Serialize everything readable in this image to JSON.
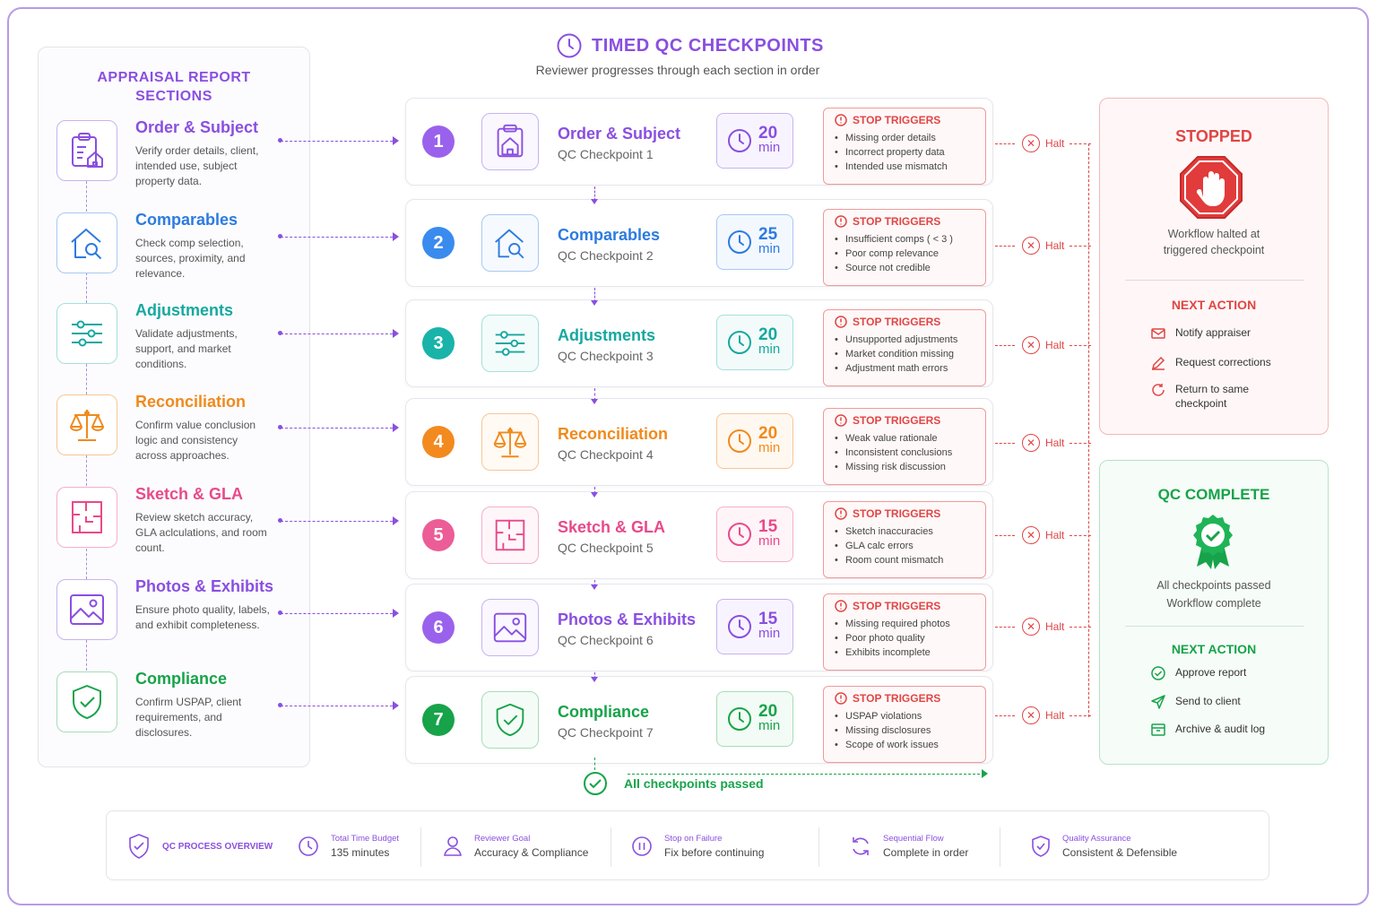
{
  "header": {
    "title": "TIMED QC CHECKPOINTS",
    "subtitle": "Reviewer progresses through each section in order"
  },
  "left": {
    "title_line1": "APPRAISAL REPORT",
    "title_line2": "SECTIONS",
    "sections": [
      {
        "title": "Order & Subject",
        "desc": "Verify order details, client, intended use, subject property data.",
        "color": "#8a4fe0",
        "icon": "clipboard-house-icon"
      },
      {
        "title": "Comparables",
        "desc": "Check comp selection, sources, proximity, and relevance.",
        "color": "#2d7be0",
        "icon": "house-search-icon"
      },
      {
        "title": "Adjustments",
        "desc": "Validate adjustments, support, and market conditions.",
        "color": "#16a8a0",
        "icon": "sliders-icon"
      },
      {
        "title": "Reconciliation",
        "desc": "Confirm value conclusion logic and consistency across approaches.",
        "color": "#f08a1c",
        "icon": "scale-icon"
      },
      {
        "title": "Sketch & GLA",
        "desc": "Review sketch accuracy, GLA aclculations, and room count.",
        "color": "#e84a8a",
        "icon": "floorplan-icon"
      },
      {
        "title": "Photos & Exhibits",
        "desc": "Ensure photo quality, labels, and exhibit completeness.",
        "color": "#8a4fe0",
        "icon": "image-icon"
      },
      {
        "title": "Compliance",
        "desc": "Confirm USPAP, client requirements, and disclosures.",
        "color": "#17a349",
        "icon": "shield-check-icon"
      }
    ]
  },
  "checkpoints": [
    {
      "num": "1",
      "title": "Order & Subject",
      "sub": "QC Checkpoint 1",
      "minutes": "20",
      "unit": "min",
      "color": "#8a4fe0",
      "trigger_title": "STOP TRIGGERS",
      "triggers": [
        "Missing order details",
        "Incorrect property data",
        "Intended use mismatch"
      ],
      "halt": "Halt"
    },
    {
      "num": "2",
      "title": "Comparables",
      "sub": "QC Checkpoint 2",
      "minutes": "25",
      "unit": "min",
      "color": "#2d7be0",
      "trigger_title": "STOP TRIGGERS",
      "triggers": [
        "Insufficient comps ( < 3 )",
        "Poor comp relevance",
        "Source not credible"
      ],
      "halt": "Halt"
    },
    {
      "num": "3",
      "title": "Adjustments",
      "sub": "QC Checkpoint 3",
      "minutes": "20",
      "unit": "min",
      "color": "#16a8a0",
      "trigger_title": "STOP TRIGGERS",
      "triggers": [
        "Unsupported adjustments",
        "Market condition missing",
        "Adjustment math errors"
      ],
      "halt": "Halt"
    },
    {
      "num": "4",
      "title": "Reconciliation",
      "sub": "QC Checkpoint 4",
      "minutes": "20",
      "unit": "min",
      "color": "#f08a1c",
      "trigger_title": "STOP TRIGGERS",
      "triggers": [
        "Weak value rationale",
        "Inconsistent conclusions",
        "Missing risk discussion"
      ],
      "halt": "Halt"
    },
    {
      "num": "5",
      "title": "Sketch & GLA",
      "sub": "QC Checkpoint 5",
      "minutes": "15",
      "unit": "min",
      "color": "#e84a8a",
      "trigger_title": "STOP TRIGGERS",
      "triggers": [
        "Sketch inaccuracies",
        "GLA calc errors",
        "Room count mismatch"
      ],
      "halt": "Halt"
    },
    {
      "num": "6",
      "title": "Photos & Exhibits",
      "sub": "QC Checkpoint 6",
      "minutes": "15",
      "unit": "min",
      "color": "#8a4fe0",
      "trigger_title": "STOP TRIGGERS",
      "triggers": [
        "Missing required photos",
        "Poor photo quality",
        "Exhibits incomplete"
      ],
      "halt": "Halt"
    },
    {
      "num": "7",
      "title": "Compliance",
      "sub": "QC Checkpoint 7",
      "minutes": "20",
      "unit": "min",
      "color": "#17a349",
      "trigger_title": "STOP TRIGGERS",
      "triggers": [
        "USPAP violations",
        "Missing disclosures",
        "Scope of work issues"
      ],
      "halt": "Halt"
    }
  ],
  "passed": {
    "label": "All checkpoints passed"
  },
  "stopped": {
    "title": "STOPPED",
    "text_line1": "Workflow halted at",
    "text_line2": "triggered checkpoint",
    "next_title": "NEXT ACTION",
    "actions": [
      {
        "icon": "mail-icon",
        "label": "Notify appraiser"
      },
      {
        "icon": "pencil-icon",
        "label": "Request corrections"
      },
      {
        "icon": "refresh-icon",
        "label_line1": "Return to same",
        "label_line2": "checkpoint"
      }
    ]
  },
  "complete": {
    "title": "QC COMPLETE",
    "text_line1": "All checkpoints passed",
    "text_line2": "Workflow complete",
    "next_title": "NEXT ACTION",
    "actions": [
      {
        "icon": "check-circle-icon",
        "label": "Approve report"
      },
      {
        "icon": "send-icon",
        "label": "Send to client"
      },
      {
        "icon": "archive-icon",
        "label": "Archive & audit log"
      }
    ]
  },
  "footer": {
    "overview": "QC PROCESS OVERVIEW",
    "items": [
      {
        "label": "Total Time Budget",
        "value": "135 minutes"
      },
      {
        "label": "Reviewer Goal",
        "value": "Accuracy & Compliance"
      },
      {
        "label": "Stop on Failure",
        "value": "Fix before continuing"
      },
      {
        "label": "Sequential Flow",
        "value": "Complete in order"
      },
      {
        "label": "Quality Assurance",
        "value": "Consistent & Defensible"
      }
    ]
  },
  "colors": {
    "accent": "#8a4fe0",
    "stop": "#e04545",
    "pass": "#17a349"
  }
}
